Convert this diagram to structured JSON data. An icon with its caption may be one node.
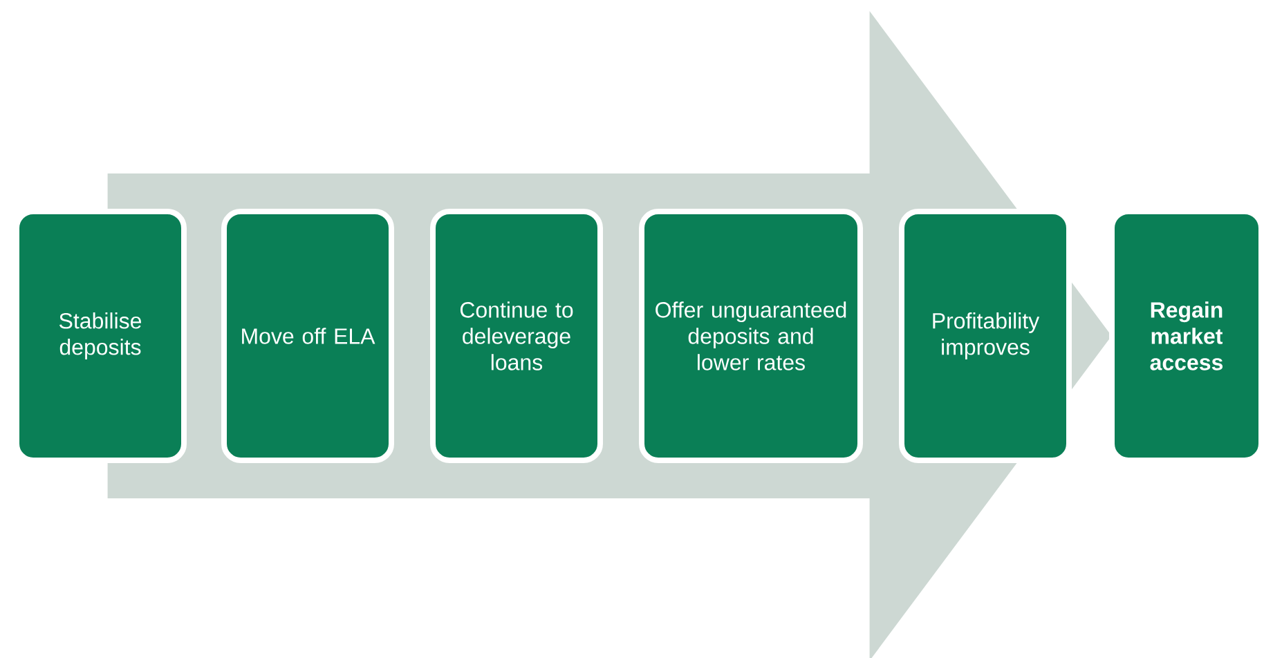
{
  "diagram": {
    "nodes": [
      {
        "text": [
          "Stabilise deposits"
        ]
      },
      {
        "text": [
          "Move off ELA"
        ]
      },
      {
        "text": [
          "Continue to deleverage loans"
        ]
      },
      {
        "text": [
          "Offer unguaranteed deposits and lower rates"
        ]
      },
      {
        "text": [
          "Profitability improves"
        ]
      },
      {
        "text": [
          "Regain market access"
        ]
      }
    ],
    "edges": [
      {
        "from": 0,
        "to": 5,
        "arrow": "to",
        "style": "thick"
      }
    ]
  }
}
